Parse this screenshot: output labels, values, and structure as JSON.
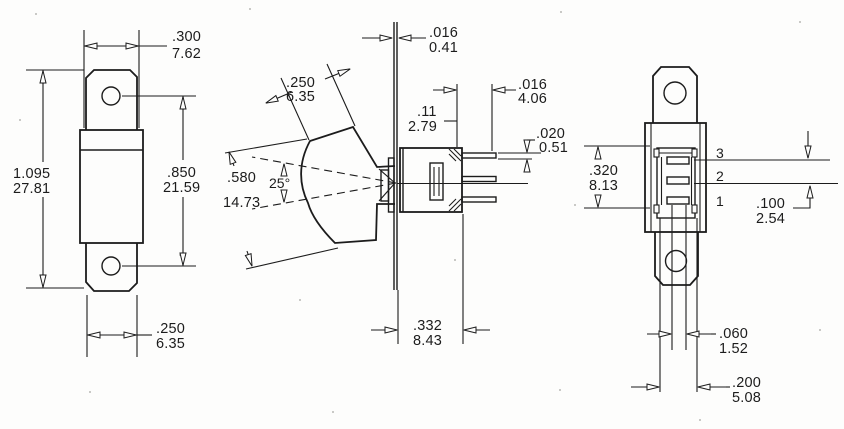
{
  "drawing": {
    "colors": {
      "line": "#1c1c1c",
      "background": "#fdfdfc"
    },
    "front_view": {
      "top_width": {
        "in": ".300",
        "mm": "7.62"
      },
      "overall_height": {
        "in": "1.095",
        "mm": "27.81"
      },
      "hole_span": {
        "in": ".850",
        "mm": "21.59"
      },
      "bottom_width": {
        "in": ".250",
        "mm": "6.35"
      }
    },
    "side_view": {
      "panel_thickness": {
        "in": ".016",
        "mm": "0.41"
      },
      "rocker_thickness": {
        "in": ".250",
        "mm": "6.35"
      },
      "bushing_depth": {
        "in": ".11",
        "mm": "2.79"
      },
      "terminal_length": {
        "in": ".016",
        "mm": "4.06"
      },
      "terminal_thickness": {
        "in": ".020",
        "mm": "0.51"
      },
      "rocker_angle": "25°",
      "rocker_length": {
        "in": ".580",
        "mm": "14.73"
      },
      "body_depth": {
        "in": ".332",
        "mm": "8.43"
      }
    },
    "rear_view": {
      "terminal_span": {
        "in": ".320",
        "mm": "8.13"
      },
      "terminal_pitch": {
        "in": ".100",
        "mm": "2.54"
      },
      "lead_width": {
        "in": ".060",
        "mm": "1.52"
      },
      "lead_span": {
        "in": ".200",
        "mm": "5.08"
      },
      "terminals": [
        "3",
        "2",
        "1"
      ]
    }
  }
}
